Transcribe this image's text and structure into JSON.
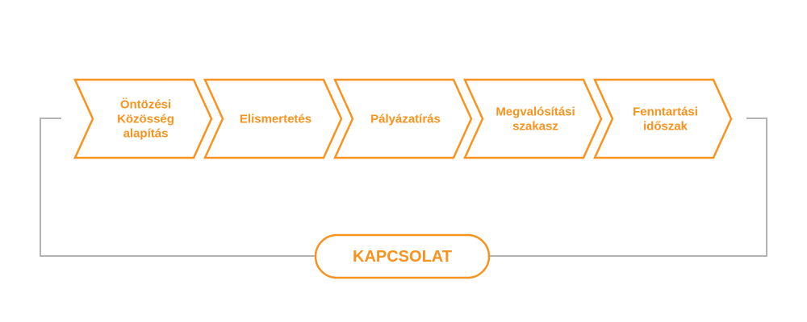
{
  "colors": {
    "accent": "#f7931e",
    "connector": "#b3b3b3",
    "background": "#ffffff"
  },
  "steps": [
    {
      "lines": [
        "Öntözési",
        "Közösség",
        "alapítás"
      ]
    },
    {
      "lines": [
        "Elismertetés"
      ]
    },
    {
      "lines": [
        "Pályázatírás"
      ]
    },
    {
      "lines": [
        "Megvalósítási",
        "szakasz"
      ]
    },
    {
      "lines": [
        "Fenntartási",
        "időszak"
      ]
    }
  ],
  "connector": {
    "label": "KAPCSOLAT"
  }
}
